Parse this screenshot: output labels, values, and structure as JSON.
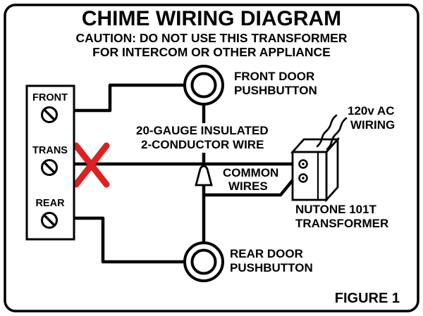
{
  "title": "CHIME WIRING DIAGRAM",
  "caution_lines": [
    "CAUTION: DO NOT USE THIS TRANSFORMER",
    "FOR INTERCOM OR OTHER APPLIANCE"
  ],
  "figure_label": "FIGURE 1",
  "terminal_block": {
    "terminals": [
      "FRONT",
      "TRANS",
      "REAR"
    ]
  },
  "labels": {
    "front_pushbutton": [
      "FRONT DOOR",
      "PUSHBUTTON"
    ],
    "rear_pushbutton": [
      "REAR DOOR",
      "PUSHBUTTON"
    ],
    "wire_spec": [
      "20-GAUGE INSULATED",
      "2-CONDUCTOR WIRE"
    ],
    "common_wires": [
      "COMMON",
      "WIRES"
    ],
    "ac_wiring": [
      "120v AC",
      "WIRING"
    ],
    "transformer": [
      "NUTONE 101T",
      "TRANSFORMER"
    ]
  },
  "icons": {
    "screw_terminal": "circle-with-slot",
    "pushbutton": "concentric-circles",
    "wire_nut": "cone",
    "do_not_connect": "red-x",
    "ac_wires": "wavy-lines"
  },
  "colors": {
    "line": "#000000",
    "cross": "#dd2020",
    "paper": "#ffffff"
  }
}
